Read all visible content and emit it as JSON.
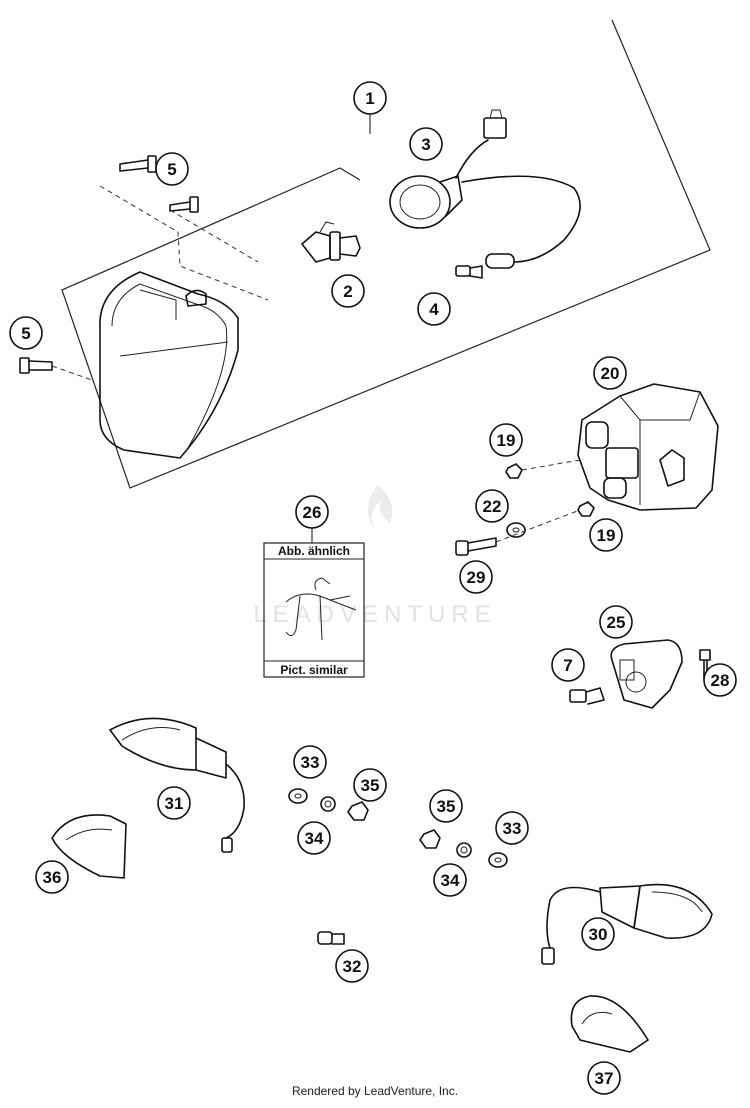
{
  "watermark": "LEADVENTURE",
  "footer": "Rendered by LeadVenture, Inc.",
  "inset": {
    "top_label": "Abb. ähnlich",
    "bottom_label": "Pict. similar"
  },
  "callouts": {
    "c1": "1",
    "c2": "2",
    "c3": "3",
    "c4": "4",
    "c5a": "5",
    "c5b": "5",
    "c7": "7",
    "c19a": "19",
    "c19b": "19",
    "c20": "20",
    "c22": "22",
    "c25": "25",
    "c26": "26",
    "c28": "28",
    "c29": "29",
    "c30": "30",
    "c31": "31",
    "c32": "32",
    "c33a": "33",
    "c33b": "33",
    "c34a": "34",
    "c34b": "34",
    "c35a": "35",
    "c35b": "35",
    "c36": "36",
    "c37": "37"
  }
}
